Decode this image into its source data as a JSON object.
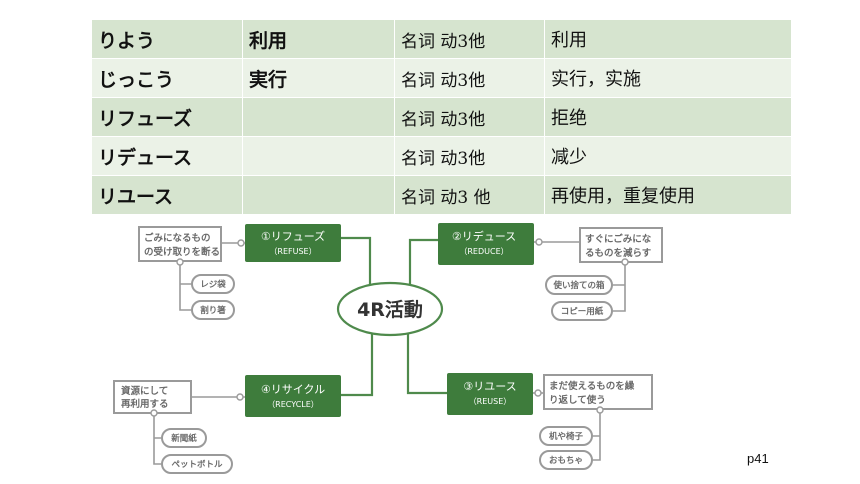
{
  "vocabulary": [
    {
      "reading": "りよう",
      "kanji": "利用",
      "pos": "名词 动3他",
      "meaning": "利用"
    },
    {
      "reading": "じっこう",
      "kanji": "実行",
      "pos": "名词 动3他",
      "meaning": "实行，实施"
    },
    {
      "reading": "リフューズ",
      "kanji": "",
      "pos": "名词 动3他",
      "meaning": "拒绝"
    },
    {
      "reading": "リデュース",
      "kanji": "",
      "pos": "名词 动3他",
      "meaning": "减少"
    },
    {
      "reading": "リユース",
      "kanji": "",
      "pos": "名词 动3 他",
      "meaning": "再使用，重复使用"
    }
  ],
  "mindmap": {
    "center": "4R活動",
    "nodes": {
      "refuse": {
        "title": "①リフューズ",
        "subtitle": "（REFUSE）",
        "desc1": "ごみになるもの",
        "desc2": "の受け取りを断る",
        "examples": [
          "レジ袋",
          "割り箸"
        ]
      },
      "reduce": {
        "title": "②リデュース",
        "subtitle": "（REDUCE）",
        "desc1": "すぐにごみにな",
        "desc2": "るものを減らす",
        "examples": [
          "使い捨ての箱",
          "コピー用紙"
        ]
      },
      "recycle": {
        "title": "④リサイクル",
        "subtitle": "（RECYCLE）",
        "desc1": "資源にして",
        "desc2": "再利用する",
        "examples": [
          "新聞紙",
          "ペットボトル"
        ]
      },
      "reuse": {
        "title": "③リユース",
        "subtitle": "（REUSE）",
        "desc1": "まだ使えるものを繰",
        "desc2": "り返して使う",
        "examples": [
          "机や椅子",
          "おもちゃ"
        ]
      }
    },
    "colors": {
      "node_fill": "#3e7c3c",
      "line": "#4f8a4c",
      "gray": "#9a9a9a"
    }
  },
  "page_number": "p41"
}
